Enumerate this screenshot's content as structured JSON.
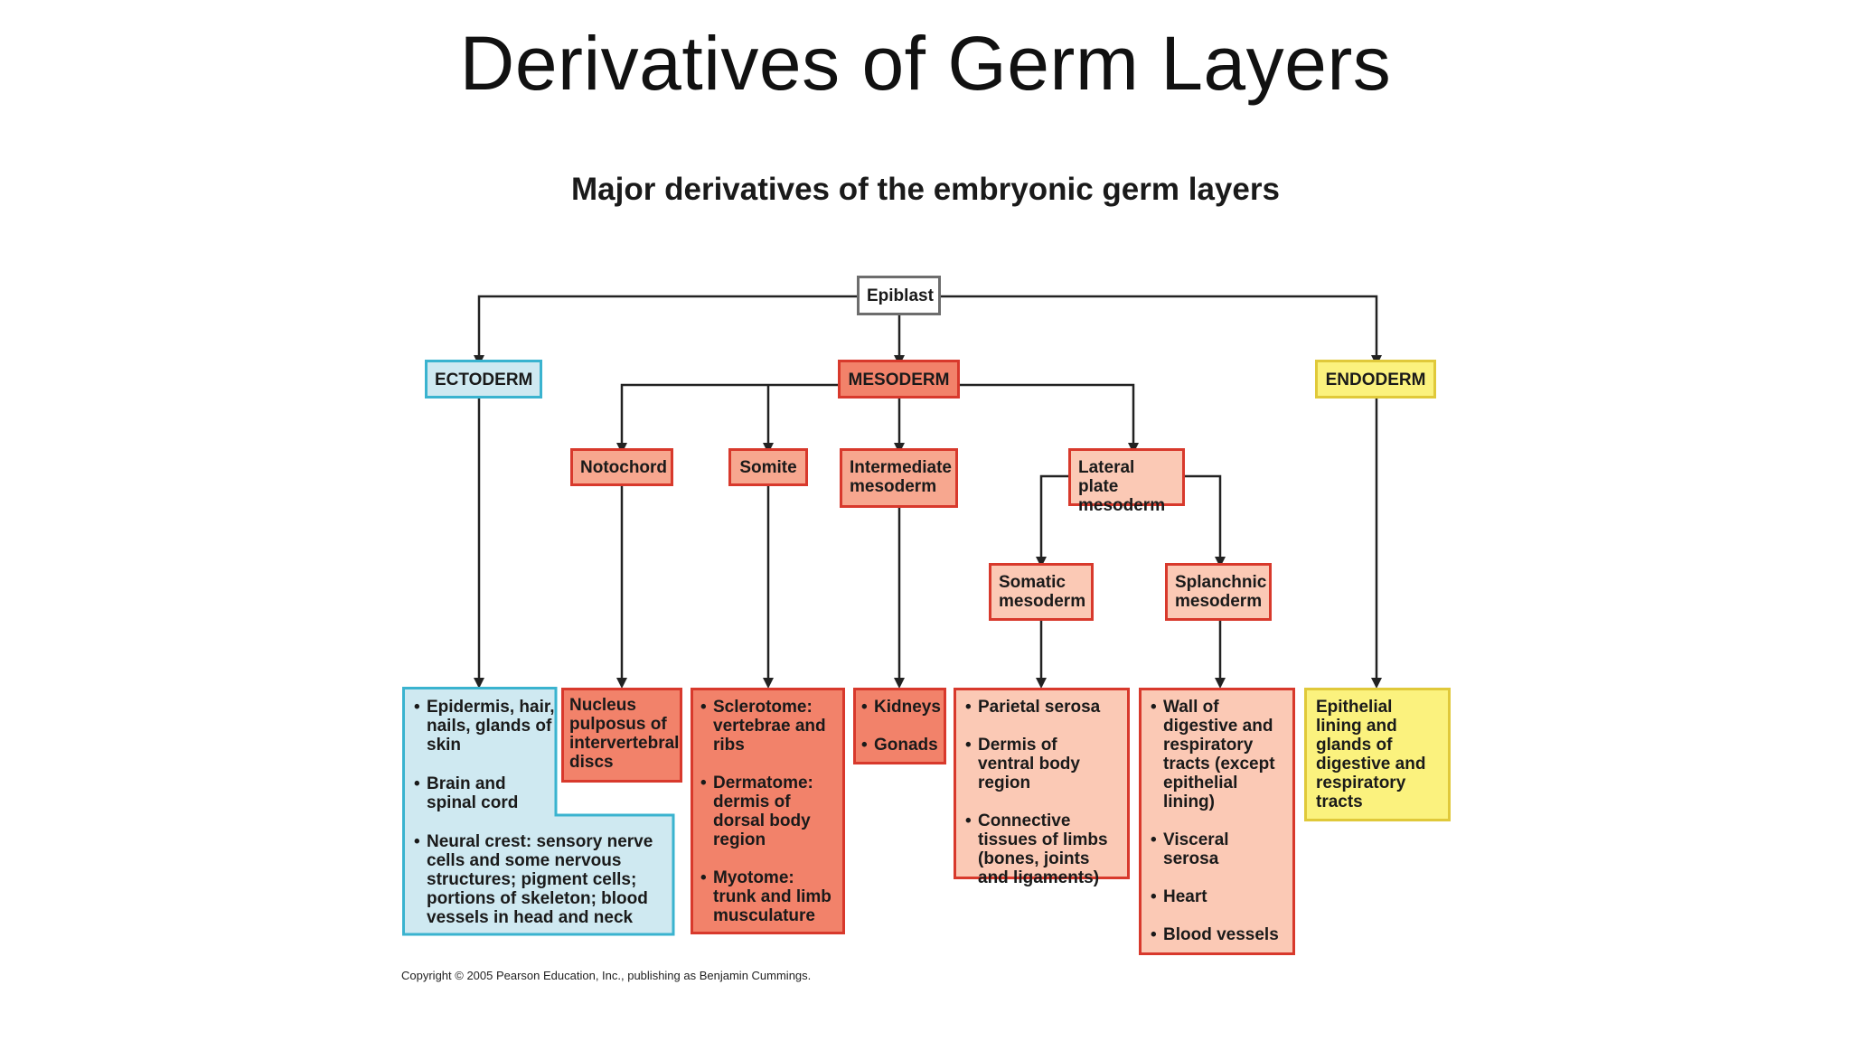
{
  "slide": {
    "title": "Derivatives of Germ Layers",
    "figure_title": "Major derivatives of the embryonic germ layers",
    "copyright": "Copyright © 2005 Pearson Education, Inc., publishing as Benjamin Cummings."
  },
  "nodes": {
    "epiblast": "Epiblast",
    "ectoderm": "ECTODERM",
    "mesoderm": "MESODERM",
    "endoderm": "ENDODERM",
    "notochord": "Notochord",
    "somite": "Somite",
    "intermediate": "Intermediate mesoderm",
    "lateral_plate": "Lateral plate mesoderm",
    "somatic": "Somatic mesoderm",
    "splanchnic": "Splanchnic mesoderm"
  },
  "derivatives": {
    "ectoderm": [
      "Epidermis, hair, nails, glands of skin",
      "Brain and spinal cord",
      "Neural crest: sensory nerve cells and some nervous structures; pigment cells; portions of skeleton; blood vessels in head and neck"
    ],
    "notochord": "Nucleus pulposus of intervertebral discs",
    "somite": [
      "Sclerotome: vertebrae and ribs",
      "Dermatome: dermis of dorsal body region",
      "Myotome: trunk and limb musculature"
    ],
    "intermediate": [
      "Kidneys",
      "Gonads"
    ],
    "somatic": [
      "Parietal serosa",
      "Dermis of ventral body region",
      "Connective tissues of limbs (bones, joints and ligaments)"
    ],
    "splanchnic": [
      "Wall of digestive and respiratory tracts (except epithelial lining)",
      "Visceral serosa",
      "Heart",
      "Blood vessels"
    ],
    "endoderm": "Epithelial lining and glands of digestive and respiratory tracts"
  },
  "colors": {
    "ectoderm_fill": "#cfe9f1",
    "ectoderm_border": "#3ab3cf",
    "mesoderm_fill": "#f2826a",
    "mesoderm_border": "#d8392c",
    "endoderm_fill": "#fbf27e",
    "endoderm_border": "#e0c93a"
  }
}
